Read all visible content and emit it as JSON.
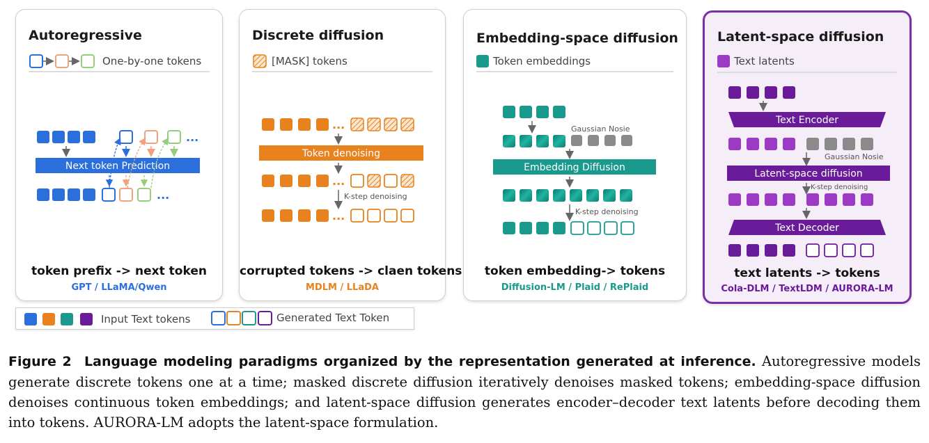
{
  "colors": {
    "autoregressive": "#2a6fdb",
    "discrete": "#e8821e",
    "embedding": "#1a9a8c",
    "latent": "#6a1b9a",
    "latent_light": "#9b3bc4",
    "gray": "#8a8a8a",
    "ar_orange": "#f0a27a",
    "ar_green": "#96cc7e"
  },
  "panels": [
    {
      "title": "Autoregressive",
      "legend_label": "One-by-one tokens",
      "bar_label": "Next token Prediction",
      "ellipsis": "...",
      "caption": "token prefix -> next token",
      "models": "GPT / LLaMA/Qwen"
    },
    {
      "title": "Discrete diffusion",
      "legend_label": "[MASK] tokens",
      "bar_label": "Token denoising",
      "step_label": "K-step denoising",
      "ellipsis": "...",
      "caption": "corrupted tokens -> claen tokens",
      "models": "MDLM / LLaDA"
    },
    {
      "title": "Embedding-space diffusion",
      "legend_label": "Token embeddings",
      "noise_label": "Gaussian Nosie",
      "bar_label": "Embedding Diffusion",
      "step_label": "K-step denoising",
      "caption": "token embedding-> tokens",
      "models": "Diffusion-LM / Plaid / RePlaid"
    },
    {
      "title": "Latent-space diffusion",
      "legend_label": "Text latents",
      "encoder_label": "Text Encoder",
      "noise_label": "Gaussian Nosie",
      "bar_label": "Latent-space diffusion",
      "step_label": "K-step denoising",
      "decoder_label": "Text Decoder",
      "caption": "text latents -> tokens",
      "models": "Cola-DLM / TextLDM / AURORA-LM"
    }
  ],
  "bottom_legend": {
    "input_label": "Input Text tokens",
    "generated_label": "Generated Text Token"
  },
  "figure_caption": {
    "label": "Figure 2",
    "title": "Language modeling paradigms organized by the representation generated at inference.",
    "body": "Autoregressive models generate discrete tokens one at a time; masked discrete diffusion iteratively denoises masked tokens; embedding-space diffusion denoises continuous token embeddings; and latent-space diffusion generates encoder–decoder text latents before decoding them into tokens. AURORA-LM adopts the latent-space formulation."
  }
}
